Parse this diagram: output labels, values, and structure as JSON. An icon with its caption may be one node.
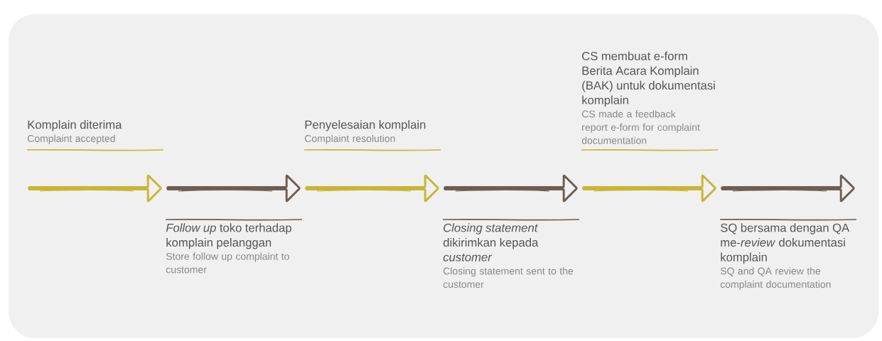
{
  "diagram": {
    "nodes": [
      {
        "text": [
          "Komplain diterima",
          "Complaint accepted"
        ]
      },
      {
        "text": [
          "*Follow up* toko terhadap komplain pelanggan",
          "Store follow up complaint to customer"
        ]
      },
      {
        "text": [
          "Penyelesaian komplain",
          "Complaint resolution"
        ]
      },
      {
        "text": [
          "*Closing statement* dikirimkan kepada *customer*",
          "Closing statement sent to the customer"
        ]
      },
      {
        "text": [
          "CS membuat e-form Berita Acara Komplain (BAK) untuk dokumentasi komplain",
          "CS made a feedback report e-form for complaint documentation"
        ]
      },
      {
        "text": [
          "SQ bersama dengan QA me-*review* dokumentasi komplain",
          "SQ and QA review the complaint documentation"
        ]
      }
    ]
  }
}
